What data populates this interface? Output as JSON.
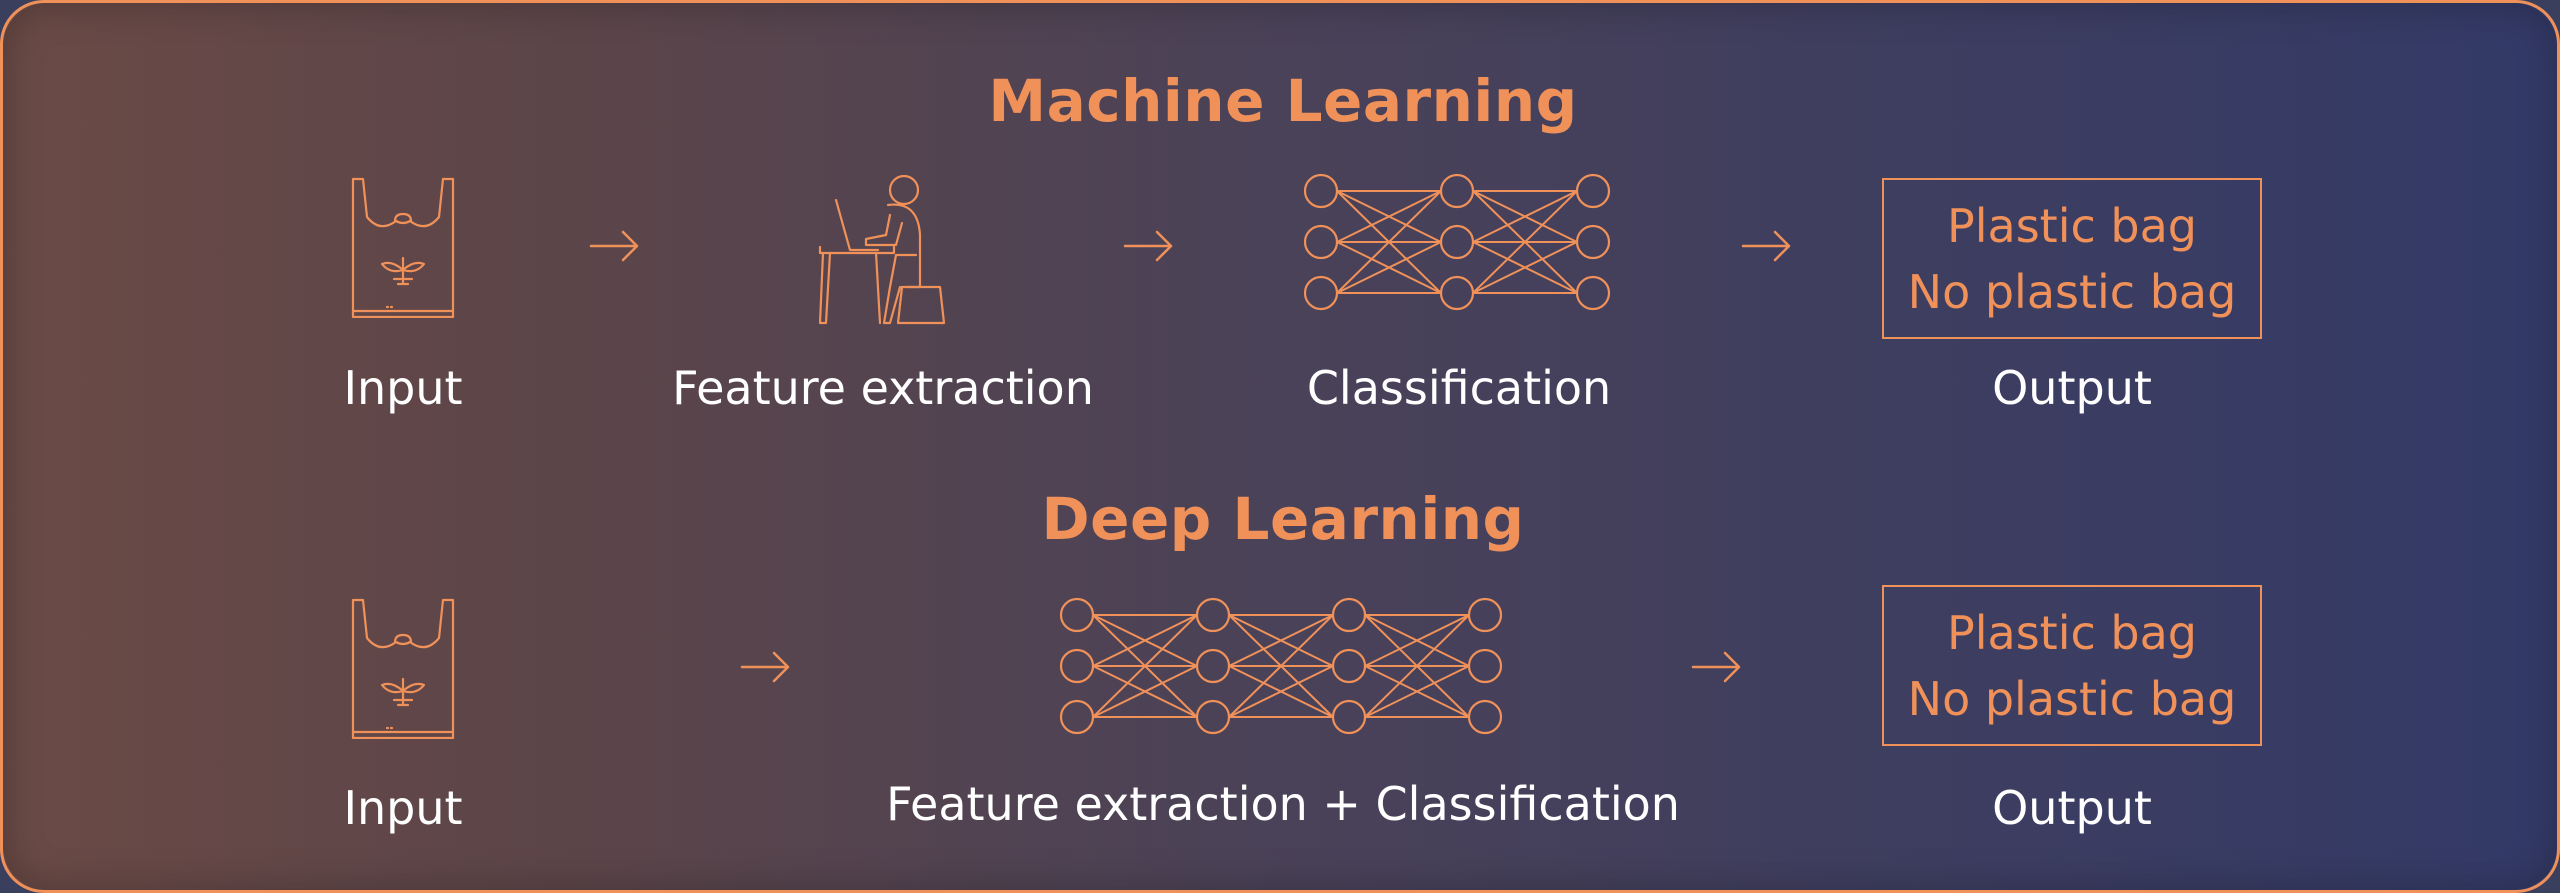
{
  "colors": {
    "accent": "#f0915a",
    "text": "#ffffff",
    "bg_left": "#6a4a46",
    "bg_right": "#333a67"
  },
  "machine_learning": {
    "title": "Machine Learning",
    "steps": [
      {
        "icon": "plastic-bag-icon",
        "label": "Input"
      },
      {
        "icon": "person-at-laptop-icon",
        "label": "Feature extraction"
      },
      {
        "icon": "neural-network-icon",
        "label": "Classification"
      },
      {
        "icon": "output-box",
        "label": "Output"
      }
    ],
    "output_options": [
      "Plastic bag",
      "No plastic bag"
    ]
  },
  "deep_learning": {
    "title": "Deep Learning",
    "steps": [
      {
        "icon": "plastic-bag-icon",
        "label": "Input"
      },
      {
        "icon": "neural-network-icon",
        "label": "Feature extraction + Classification"
      },
      {
        "icon": "output-box",
        "label": "Output"
      }
    ],
    "output_options": [
      "Plastic bag",
      "No plastic bag"
    ]
  }
}
